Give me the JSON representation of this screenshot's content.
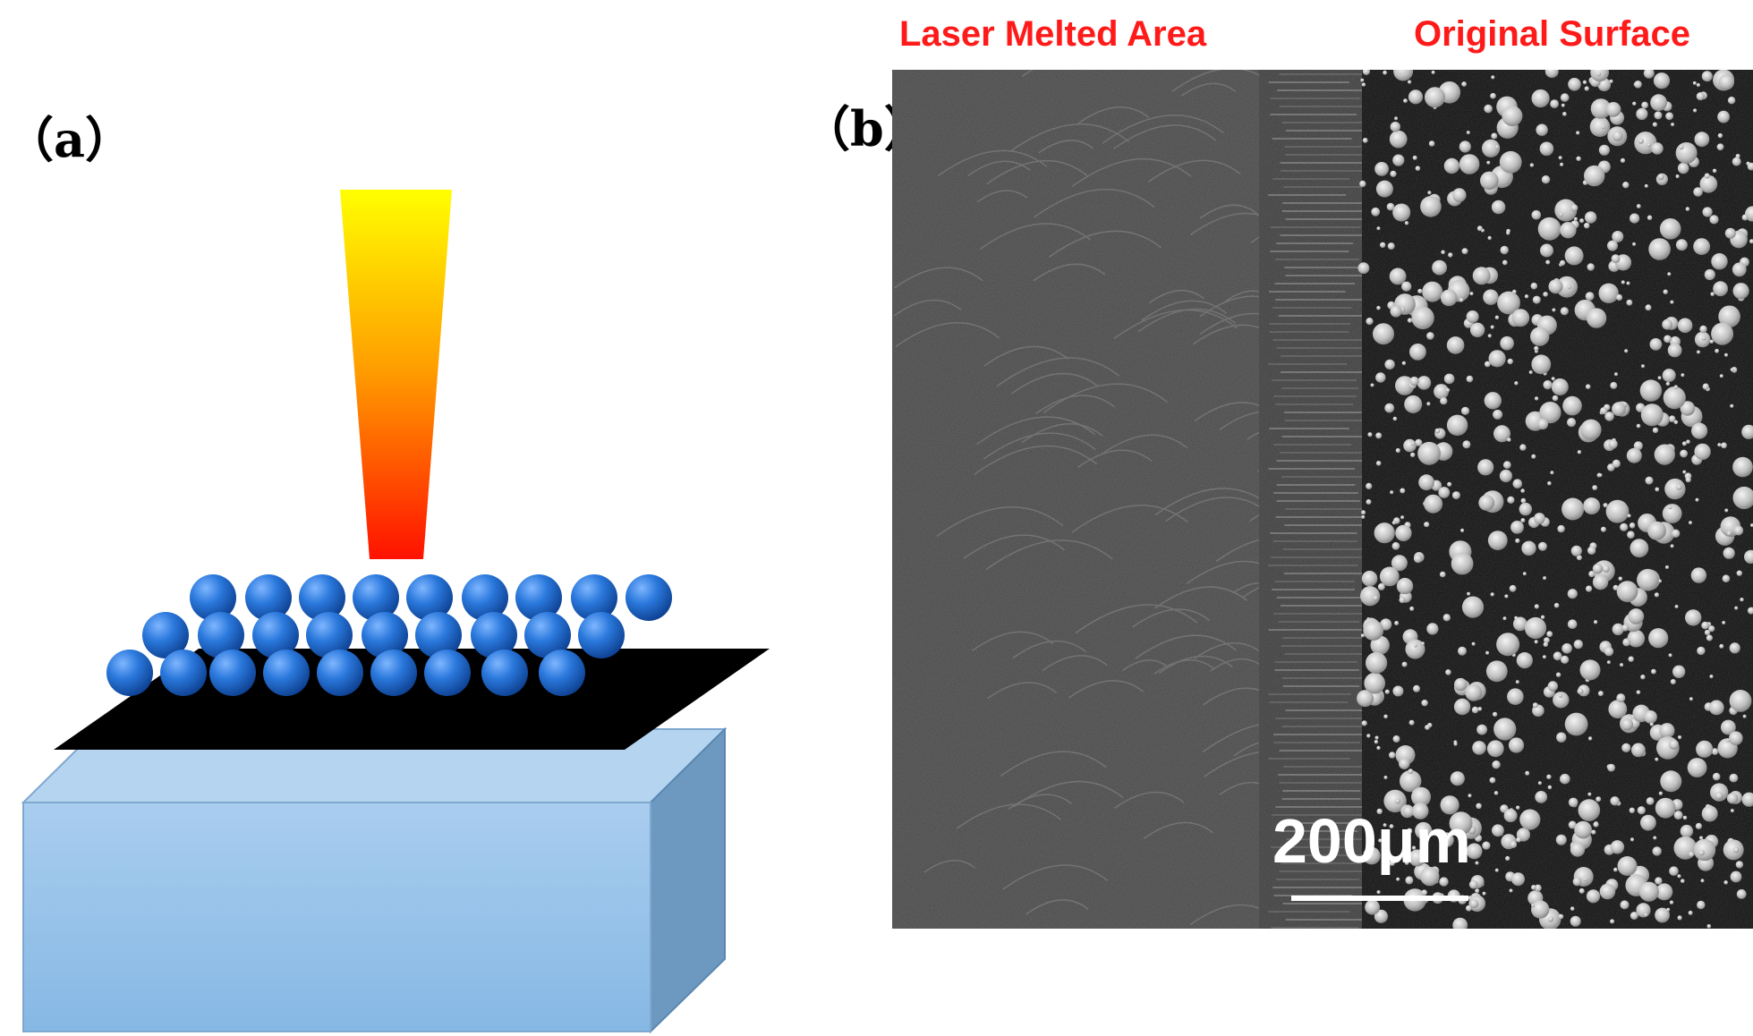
{
  "panel_a": {
    "label": "（a）"
  },
  "panel_b": {
    "label": "（b）",
    "left_caption": "Laser Melted Area",
    "right_caption": "Original Surface",
    "scale_bar_label": "200μm"
  },
  "colors": {
    "caption_red": "#ff1a1a",
    "powder_blue": "#1f6fd1",
    "block_blue": "#8fbde6",
    "plate_black": "#000000",
    "beam_top": "#ffff00",
    "beam_bottom": "#ff1200"
  },
  "icons": [
    "laser-beam-icon",
    "powder-particle-icon",
    "substrate-block-icon"
  ]
}
